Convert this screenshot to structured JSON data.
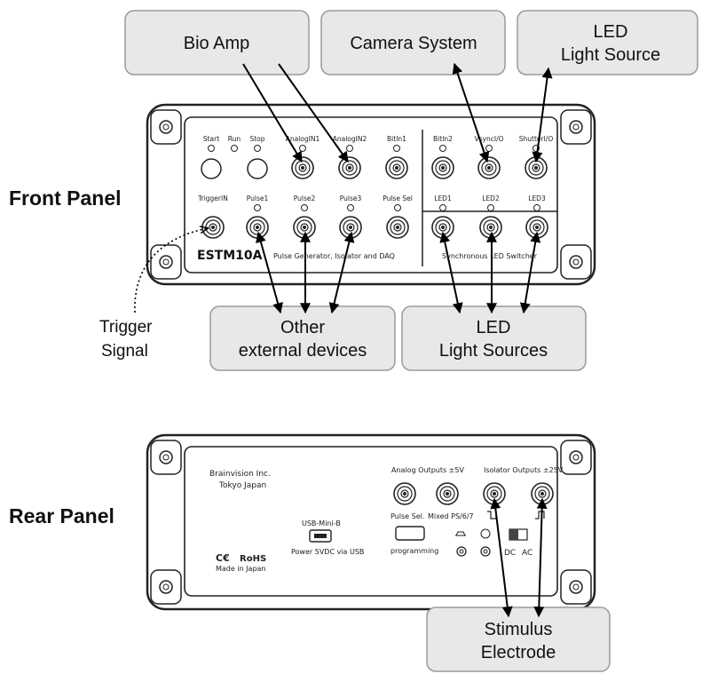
{
  "labels": {
    "front_panel": "Front Panel",
    "rear_panel": "Rear Panel",
    "trigger_line1": "Trigger",
    "trigger_line2": "Signal"
  },
  "callouts": {
    "bio_amp": "Bio Amp",
    "camera_system": "Camera System",
    "led_source_line1": "LED",
    "led_source_line2": "Light Source",
    "other_line1": "Other",
    "other_line2": "external devices",
    "led_sources_line1": "LED",
    "led_sources_line2": "Light Sources",
    "stimulus_line1": "Stimulus",
    "stimulus_line2": "Electrode"
  },
  "front": {
    "row1": [
      "Start",
      "Run",
      "Stop",
      "AnalogIN1",
      "AnalogIN2",
      "BitIn1",
      "BitIn2",
      "VsyncI/O",
      "ShutterI/O"
    ],
    "row2": [
      "TriggerIN",
      "Pulse1",
      "Pulse2",
      "Pulse3",
      "Pulse Sel",
      "LED1",
      "LED2",
      "LED3"
    ],
    "model": "ESTM10A",
    "subtitle_left": "Pulse Generator, Isolator and DAQ",
    "subtitle_right": "Synchronous LED Switcher"
  },
  "rear": {
    "maker1": "Brainvision Inc.",
    "maker2": "Tokyo Japan",
    "usb": "USB-Mini-B",
    "power": "Power 5VDC via USB",
    "ce": "C€",
    "rohs": "RoHS",
    "made_in": "Made in Japan",
    "analog_outputs": "Analog Outputs ±5V",
    "isolator_outputs": "Isolator Outputs ±25V",
    "pulse_sel": "Pulse Sel.",
    "mixed": "Mixed PS/6/7",
    "programming": "programming",
    "dc": "DC",
    "ac": "AC"
  }
}
